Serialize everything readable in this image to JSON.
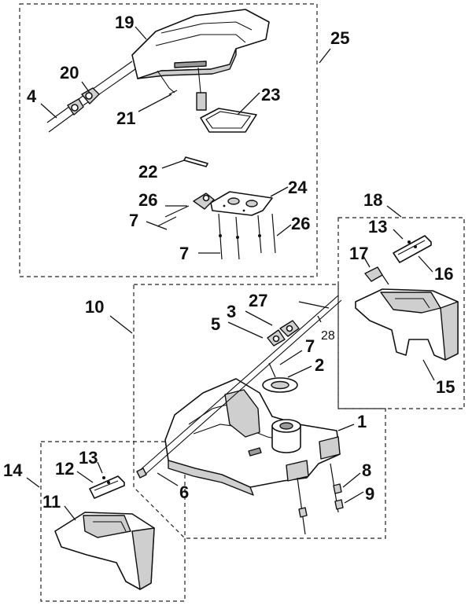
{
  "diagram": {
    "callouts": {
      "c1": "1",
      "c2": "2",
      "c3": "3",
      "c4": "4",
      "c5": "5",
      "c6": "6",
      "c7a": "7",
      "c7b": "7",
      "c7c": "7",
      "c8": "8",
      "c9": "9",
      "c10": "10",
      "c11": "11",
      "c12": "12",
      "c13a": "13",
      "c13b": "13",
      "c14": "14",
      "c15": "15",
      "c16": "16",
      "c17": "17",
      "c18": "18",
      "c19": "19",
      "c20": "20",
      "c21": "21",
      "c22": "22",
      "c23": "23",
      "c24": "24",
      "c25": "25",
      "c26a": "26",
      "c26b": "26",
      "c27": "27",
      "c28": "28"
    }
  }
}
